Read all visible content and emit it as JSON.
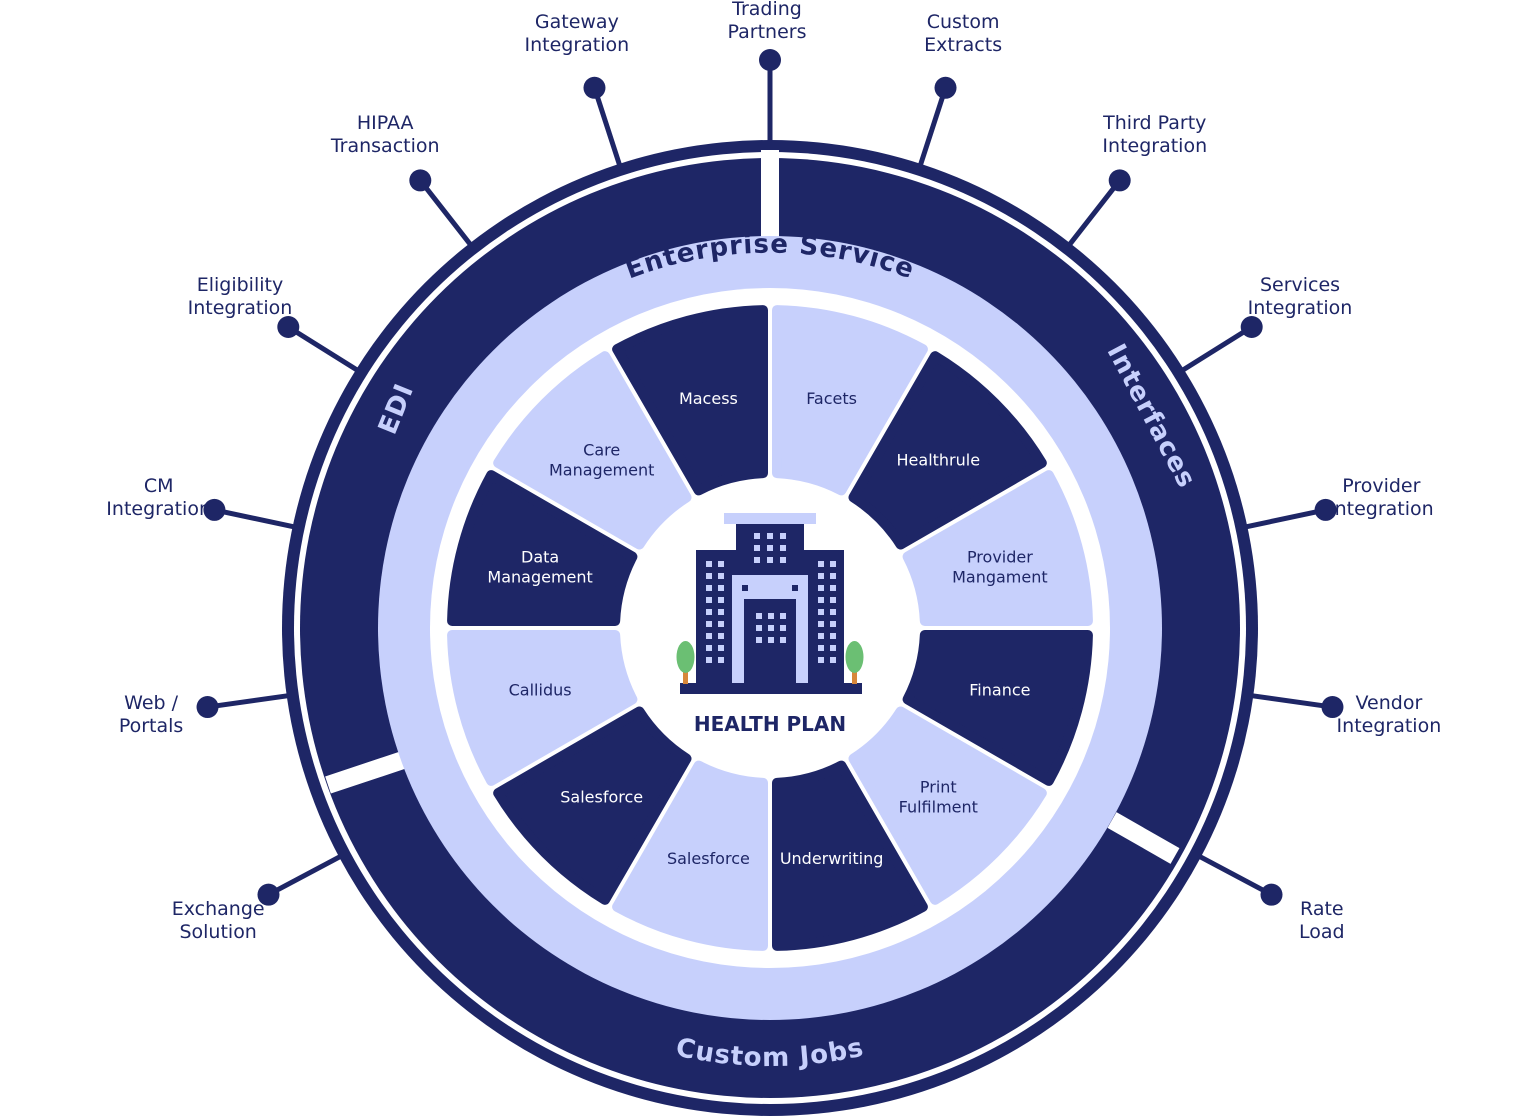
{
  "center": {
    "title": "HEALTH PLAN"
  },
  "rings": {
    "enterprise_service": "Enterprise Service",
    "edi": "EDI",
    "interfaces": "Interfaces",
    "custom_jobs": "Custom Jobs"
  },
  "segments": [
    {
      "label": [
        "Facets"
      ],
      "tone": "light"
    },
    {
      "label": [
        "Healthrule"
      ],
      "tone": "dark"
    },
    {
      "label": [
        "Provider",
        "Mangament"
      ],
      "tone": "light"
    },
    {
      "label": [
        "Finance"
      ],
      "tone": "dark"
    },
    {
      "label": [
        "Print",
        "Fulfilment"
      ],
      "tone": "light"
    },
    {
      "label": [
        "Underwriting"
      ],
      "tone": "dark"
    },
    {
      "label": [
        "Salesforce"
      ],
      "tone": "light"
    },
    {
      "label": [
        "Salesforce"
      ],
      "tone": "dark"
    },
    {
      "label": [
        "Callidus"
      ],
      "tone": "light"
    },
    {
      "label": [
        "Data",
        "Management"
      ],
      "tone": "dark"
    },
    {
      "label": [
        "Care",
        "Management"
      ],
      "tone": "light"
    },
    {
      "label": [
        "Macess"
      ],
      "tone": "dark"
    }
  ],
  "spokes": [
    {
      "lines": [
        "Trading",
        "Partners"
      ]
    },
    {
      "lines": [
        "Custom",
        "Extracts"
      ]
    },
    {
      "lines": [
        "Third Party",
        "Integration"
      ]
    },
    {
      "lines": [
        "Services",
        "Integration"
      ]
    },
    {
      "lines": [
        "Provider",
        "Integration"
      ]
    },
    {
      "lines": [
        "Vendor",
        "Integration"
      ]
    },
    {
      "lines": [
        "Rate",
        "Load"
      ]
    },
    {
      "lines": [
        "Exchange",
        "Solution"
      ]
    },
    {
      "lines": [
        "Web /",
        "Portals"
      ]
    },
    {
      "lines": [
        "CM",
        "Integration"
      ]
    },
    {
      "lines": [
        "Eligibility",
        "Integration"
      ]
    },
    {
      "lines": [
        "HIPAA",
        "Transaction"
      ]
    },
    {
      "lines": [
        "Gateway",
        "Integration"
      ]
    }
  ],
  "colors": {
    "navy": "#1e2666",
    "light": "#c7d0fc",
    "white": "#ffffff",
    "tree_green": "#6bbf73",
    "trunk": "#d8873a"
  }
}
